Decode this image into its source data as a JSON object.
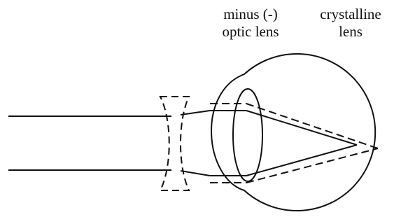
{
  "labels": {
    "minus_lens": [
      "minus (-)",
      "optic lens"
    ],
    "crystalline_lens": [
      "crystalline",
      "lens"
    ]
  },
  "colors": {
    "ink": "#111111",
    "background": "#ffffff"
  }
}
